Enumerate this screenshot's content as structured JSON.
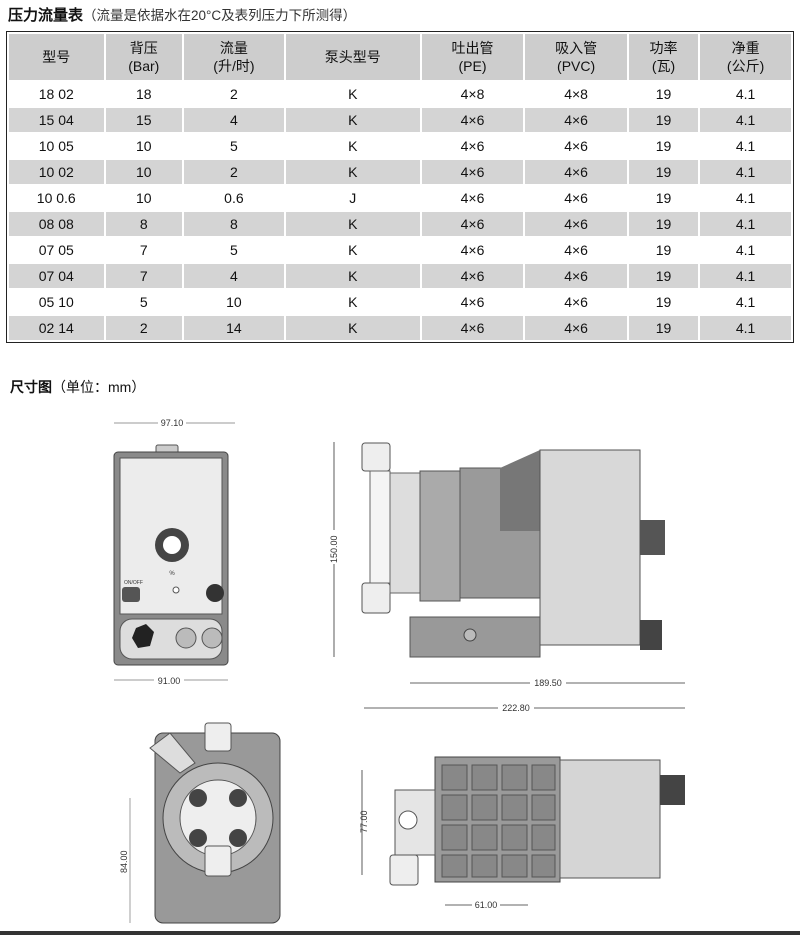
{
  "table_title": "压力流量表",
  "table_note": "（流量是依据水在20°C及表列压力下所测得）",
  "columns": [
    {
      "l1": "型号",
      "l2": ""
    },
    {
      "l1": "背压",
      "l2": "(Bar)"
    },
    {
      "l1": "流量",
      "l2": "(升/时)"
    },
    {
      "l1": "泵头型号",
      "l2": ""
    },
    {
      "l1": "吐出管",
      "l2": "(PE)"
    },
    {
      "l1": "吸入管",
      "l2": "(PVC)"
    },
    {
      "l1": "功率",
      "l2": "(瓦)"
    },
    {
      "l1": "净重",
      "l2": "(公斤)"
    }
  ],
  "rows": [
    [
      "18 02",
      "18",
      "2",
      "K",
      "4×8",
      "4×8",
      "19",
      "4.1"
    ],
    [
      "15 04",
      "15",
      "4",
      "K",
      "4×6",
      "4×6",
      "19",
      "4.1"
    ],
    [
      "10 05",
      "10",
      "5",
      "K",
      "4×6",
      "4×6",
      "19",
      "4.1"
    ],
    [
      "10 02",
      "10",
      "2",
      "K",
      "4×6",
      "4×6",
      "19",
      "4.1"
    ],
    [
      "10 0.6",
      "10",
      "0.6",
      "J",
      "4×6",
      "4×6",
      "19",
      "4.1"
    ],
    [
      "08 08",
      "8",
      "8",
      "K",
      "4×6",
      "4×6",
      "19",
      "4.1"
    ],
    [
      "07 05",
      "7",
      "5",
      "K",
      "4×6",
      "4×6",
      "19",
      "4.1"
    ],
    [
      "07 04",
      "7",
      "4",
      "K",
      "4×6",
      "4×6",
      "19",
      "4.1"
    ],
    [
      "05 10",
      "5",
      "10",
      "K",
      "4×6",
      "4×6",
      "19",
      "4.1"
    ],
    [
      "02 14",
      "2",
      "14",
      "K",
      "4×6",
      "4×6",
      "19",
      "4.1"
    ]
  ],
  "dimension_title": "尺寸图",
  "dimension_unit": "（单位：mm）",
  "dims": {
    "front_top": "97.10",
    "front_bottom": "91.00",
    "side_height": "150.00",
    "side_inner": "189.50",
    "side_total": "222.80",
    "head_height": "84.00",
    "top_height": "77.00",
    "top_width": "61.00"
  },
  "panel": {
    "switch": "ON/OFF",
    "unit": "%"
  }
}
